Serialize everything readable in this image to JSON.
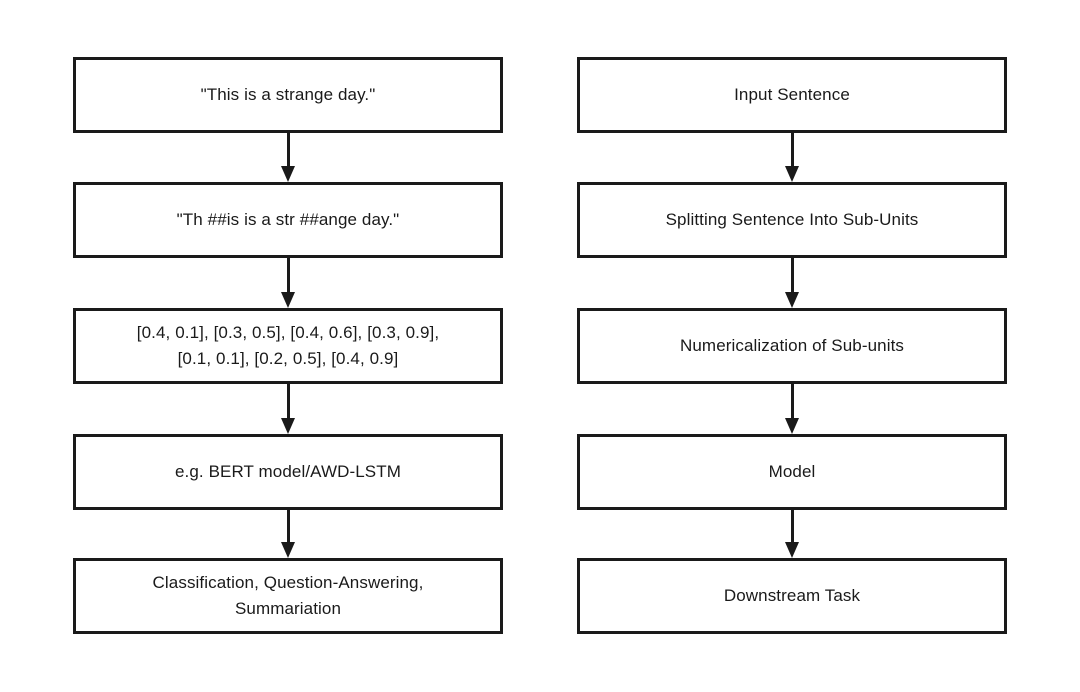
{
  "diagram": {
    "title": "NLP preprocessing and modelling pipeline",
    "background_color": "#ffffff",
    "stroke_color": "#1a1a1a",
    "text_color": "#1a1a1a",
    "columns": [
      {
        "id": "example",
        "name": "concrete-example-column",
        "nodes": [
          {
            "label": "\"This is a strange day.\"",
            "multiline": false
          },
          {
            "label": "\"Th ##is is a str ##ange day.\"",
            "multiline": false
          },
          {
            "label": "[0.4, 0.1], [0.3, 0.5], [0.4, 0.6], [0.3, 0.9],\n[0.1, 0.1], [0.2, 0.5], [0.4, 0.9]",
            "multiline": true
          },
          {
            "label": "e.g. BERT model/AWD-LSTM",
            "multiline": false
          },
          {
            "label": "Classification, Question-Answering,\nSummariation",
            "multiline": true
          }
        ],
        "connectors": [
          {
            "name": "arrow-example-1-to-2"
          },
          {
            "name": "arrow-example-2-to-3"
          },
          {
            "name": "arrow-example-3-to-4"
          },
          {
            "name": "arrow-example-4-to-5"
          }
        ]
      },
      {
        "id": "stage",
        "name": "pipeline-stage-column",
        "nodes": [
          {
            "label": "Input Sentence",
            "multiline": false
          },
          {
            "label": "Splitting Sentence Into Sub-Units",
            "multiline": false
          },
          {
            "label": "Numericalization of Sub-units",
            "multiline": false
          },
          {
            "label": "Model",
            "multiline": false
          },
          {
            "label": "Downstream Task",
            "multiline": false
          }
        ],
        "connectors": [
          {
            "name": "arrow-stage-1-to-2"
          },
          {
            "name": "arrow-stage-2-to-3"
          },
          {
            "name": "arrow-stage-3-to-4"
          },
          {
            "name": "arrow-stage-4-to-5"
          }
        ]
      }
    ]
  }
}
